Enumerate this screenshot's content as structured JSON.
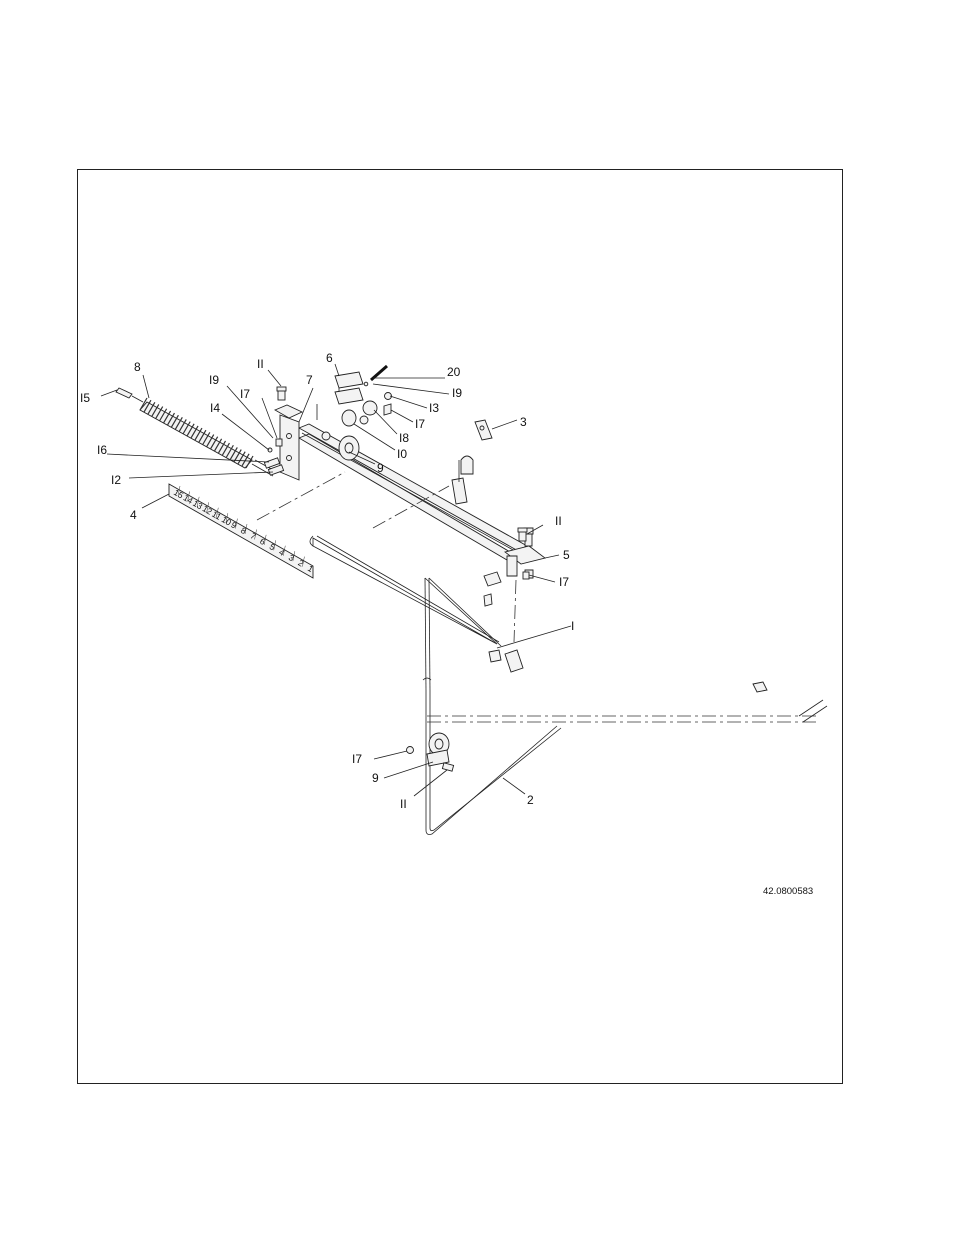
{
  "callouts": [
    {
      "id": "c20",
      "text": "20"
    },
    {
      "id": "c8",
      "text": "8"
    },
    {
      "id": "c11a",
      "text": "II"
    },
    {
      "id": "c6",
      "text": "6"
    },
    {
      "id": "c7",
      "text": "7"
    },
    {
      "id": "c19a",
      "text": "I9"
    },
    {
      "id": "c15",
      "text": "I5"
    },
    {
      "id": "c19b",
      "text": "I9"
    },
    {
      "id": "c17a",
      "text": "I7"
    },
    {
      "id": "c13",
      "text": "I3"
    },
    {
      "id": "c14",
      "text": "I4"
    },
    {
      "id": "c3",
      "text": "3"
    },
    {
      "id": "c17b",
      "text": "I7"
    },
    {
      "id": "c18",
      "text": "I8"
    },
    {
      "id": "c16",
      "text": "I6"
    },
    {
      "id": "c10",
      "text": "I0"
    },
    {
      "id": "c9a",
      "text": "9"
    },
    {
      "id": "c12",
      "text": "I2"
    },
    {
      "id": "c4",
      "text": "4"
    },
    {
      "id": "c11b",
      "text": "II"
    },
    {
      "id": "c5",
      "text": "5"
    },
    {
      "id": "c17c",
      "text": "I7"
    },
    {
      "id": "c1",
      "text": "I"
    },
    {
      "id": "c17d",
      "text": "I7"
    },
    {
      "id": "c9b",
      "text": "9"
    },
    {
      "id": "c11c",
      "text": "II"
    },
    {
      "id": "c2",
      "text": "2"
    }
  ],
  "decal_scale": [
    "15",
    "14",
    "13",
    "12",
    "11",
    "10",
    "9",
    "8",
    "7",
    "6",
    "5",
    "4",
    "3",
    "2",
    "1"
  ],
  "drawing_code": "42.0800583"
}
